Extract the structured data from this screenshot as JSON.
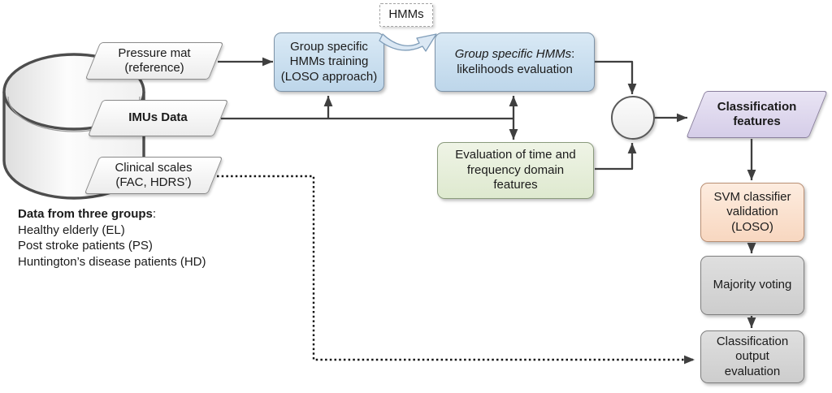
{
  "palette": {
    "blue-light": "#d9e9f5",
    "blue-dark": "#bdd6ea",
    "green-light": "#eff4e6",
    "green-dark": "#dee9cf",
    "purple-light": "#e9e4f4",
    "purple-dark": "#d5cde8",
    "orange-light": "#fdecdf",
    "orange-dark": "#f8d7c0",
    "gray-light": "#dfdfdf",
    "gray-dark": "#cdcdcd",
    "line": "#3f3f3f",
    "dotted": "#141414"
  },
  "nodes": {
    "pressure_mat": {
      "line1": "Pressure mat",
      "line2": "(reference)"
    },
    "imus": {
      "label": "IMUs Data"
    },
    "clinical": {
      "line1": "Clinical scales",
      "line2": "(FAC, HDRS’)"
    },
    "hmms_tag": {
      "label": "HMMs"
    },
    "training": {
      "line1": "Group specific",
      "line2": "HMMs training",
      "line3": "(LOSO approach)"
    },
    "likelihoods": {
      "title_italic": "Group specific HMMs",
      "colon": ":",
      "line2": "likelihoods evaluation"
    },
    "feature_eval": {
      "line1": "Evaluation of time and",
      "line2": "frequency domain",
      "line3": "features"
    },
    "class_features": {
      "line1": "Classification",
      "line2": "features"
    },
    "svm": {
      "line1": "SVM classifier",
      "line2": "validation",
      "line3": "(LOSO)"
    },
    "majority": {
      "label": "Majority voting"
    },
    "class_output": {
      "line1": "Classification",
      "line2": "output",
      "line3": "evaluation"
    }
  },
  "annotation": {
    "title": "Data from three groups",
    "colon": ":",
    "items": [
      "Healthy elderly (EL)",
      "Post stroke patients (PS)",
      "Huntington’s disease patients (HD)"
    ]
  }
}
